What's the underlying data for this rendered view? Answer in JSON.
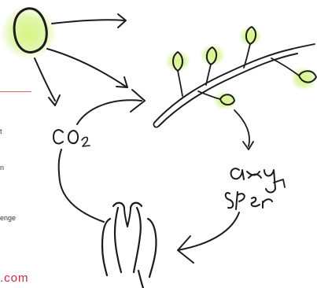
{
  "diagram": {
    "nodes": [
      {
        "id": "sun",
        "label": ""
      },
      {
        "id": "carbon-dioxide",
        "label": "CO₂"
      },
      {
        "id": "plant-branch",
        "label": ""
      },
      {
        "id": "oxygen",
        "label": "oxygen"
      },
      {
        "id": "human",
        "label": ""
      }
    ],
    "edges": [
      {
        "from": "sun",
        "to": "right-offscreen"
      },
      {
        "from": "sun",
        "to": "plant-branch"
      },
      {
        "from": "sun",
        "to": "carbon-dioxide"
      },
      {
        "from": "carbon-dioxide",
        "to": "plant-branch"
      },
      {
        "from": "plant-branch",
        "to": "oxygen"
      },
      {
        "from": "oxygen",
        "to": "human"
      },
      {
        "from": "human",
        "to": "carbon-dioxide"
      }
    ]
  },
  "page_fragments": {
    "edge_mark_1": "t",
    "edge_mark_2": "n",
    "edge_mark_3": "enge",
    "site_fragment": ".com"
  },
  "colors": {
    "sun_fill": "#e7ec3a",
    "leaf_fill": "#9fd23f",
    "glow": "#c9ef6a",
    "ink": "#1c1c1c",
    "accent": "#e05b6a",
    "site_text": "#d9243c"
  }
}
